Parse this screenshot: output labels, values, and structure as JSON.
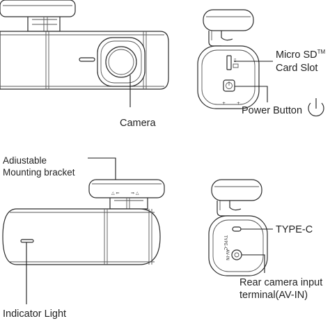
{
  "labels": {
    "camera": "Camera",
    "micro_sd_line1": "Micro SD",
    "micro_sd_tm": "TM",
    "micro_sd_line2": "Card Slot",
    "power_button": "Power Button",
    "adjustable_line1": "Adiustable",
    "adjustable_line2": "Mounting bracket",
    "type_c": "TYPE-C",
    "rear_camera_line1": "Rear camera input",
    "rear_camera_line2": "terminal(AV-IN)",
    "indicator_light": "Indicator Light"
  },
  "port_markings": {
    "type_c": "TYPE-C",
    "av_in": "AV-IN"
  },
  "icons": {
    "power": "power-icon",
    "lock": "lock-icon",
    "unlock": "unlock-icon"
  },
  "colors": {
    "line": "#2b2b2b",
    "text": "#222222",
    "background": "#ffffff"
  }
}
